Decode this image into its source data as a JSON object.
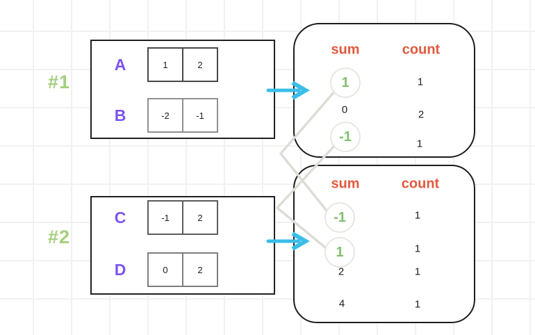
{
  "palette": {
    "label_green": "#a4cf7d",
    "value_green": "#80c070",
    "array_purple": "#7a55f1",
    "header_orange": "#e0593e",
    "arrow_cyan": "#3bbde9",
    "connector_gray": "#dedcd7",
    "box_border": "#1c1c1c"
  },
  "examples": [
    {
      "id": "#1",
      "arrays": [
        {
          "name": "A",
          "cells": [
            "1",
            "2"
          ]
        },
        {
          "name": "B",
          "cells": [
            "-2",
            "-1"
          ]
        }
      ],
      "table": {
        "headers": {
          "sum": "sum",
          "count": "count"
        },
        "rows": [
          {
            "sum": "1",
            "count": "1",
            "circled": true
          },
          {
            "sum": "0",
            "count": "2",
            "circled": false
          },
          {
            "sum": "-1",
            "count": "1",
            "circled": true
          }
        ]
      }
    },
    {
      "id": "#2",
      "arrays": [
        {
          "name": "C",
          "cells": [
            "-1",
            "2"
          ]
        },
        {
          "name": "D",
          "cells": [
            "0",
            "2"
          ]
        }
      ],
      "table": {
        "headers": {
          "sum": "sum",
          "count": "count"
        },
        "rows": [
          {
            "sum": "-1",
            "count": "1",
            "circled": true
          },
          {
            "sum": "1",
            "count": "1",
            "circled": true
          },
          {
            "sum": "2",
            "count": "1",
            "circled": false
          },
          {
            "sum": "4",
            "count": "1",
            "circled": false
          }
        ]
      }
    }
  ],
  "connections": [
    {
      "from_example": "#1",
      "from_sum": "1",
      "to_example": "#2",
      "to_sum": "-1"
    },
    {
      "from_example": "#1",
      "from_sum": "-1",
      "to_example": "#2",
      "to_sum": "1"
    }
  ]
}
